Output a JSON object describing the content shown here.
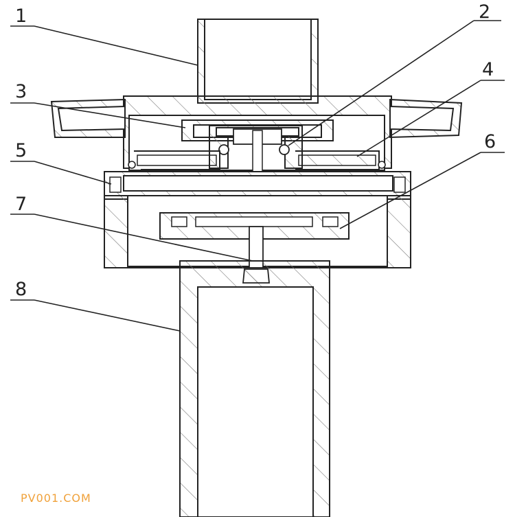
{
  "labels": {
    "l1": "1",
    "l2": "2",
    "l3": "3",
    "l4": "4",
    "l5": "5",
    "l6": "6",
    "l7": "7",
    "l8": "8"
  },
  "watermark": "PV001.COM",
  "colors": {
    "line": "#222222",
    "hatch": "#666666",
    "watermark": "#f0a13a"
  }
}
